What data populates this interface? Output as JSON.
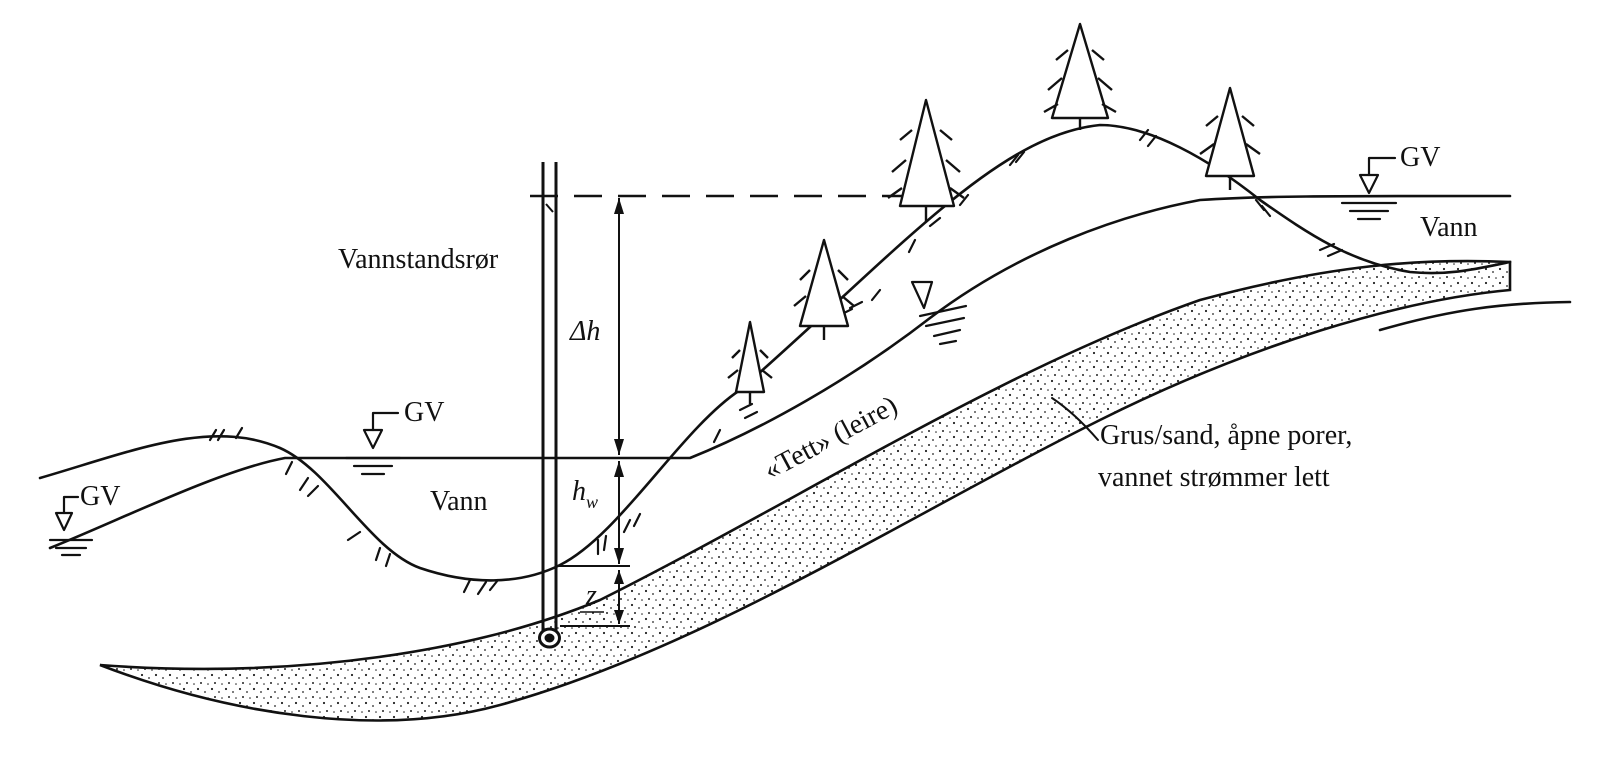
{
  "labels": {
    "pipe": "Vannstandsrør",
    "delta_h": "Δh",
    "h_w_main": "h",
    "h_w_sub": "w",
    "z": "z",
    "gv_left": "GV",
    "gv_center": "GV",
    "gv_right": "GV",
    "water_center": "Vann",
    "water_right": "Vann",
    "clay": "«Tett» (leire)",
    "gravel_line1": "Grus/sand, åpne porer,",
    "gravel_line2": "vannet strømmer lett"
  },
  "colors": {
    "ink": "#111111",
    "background": "#ffffff"
  }
}
